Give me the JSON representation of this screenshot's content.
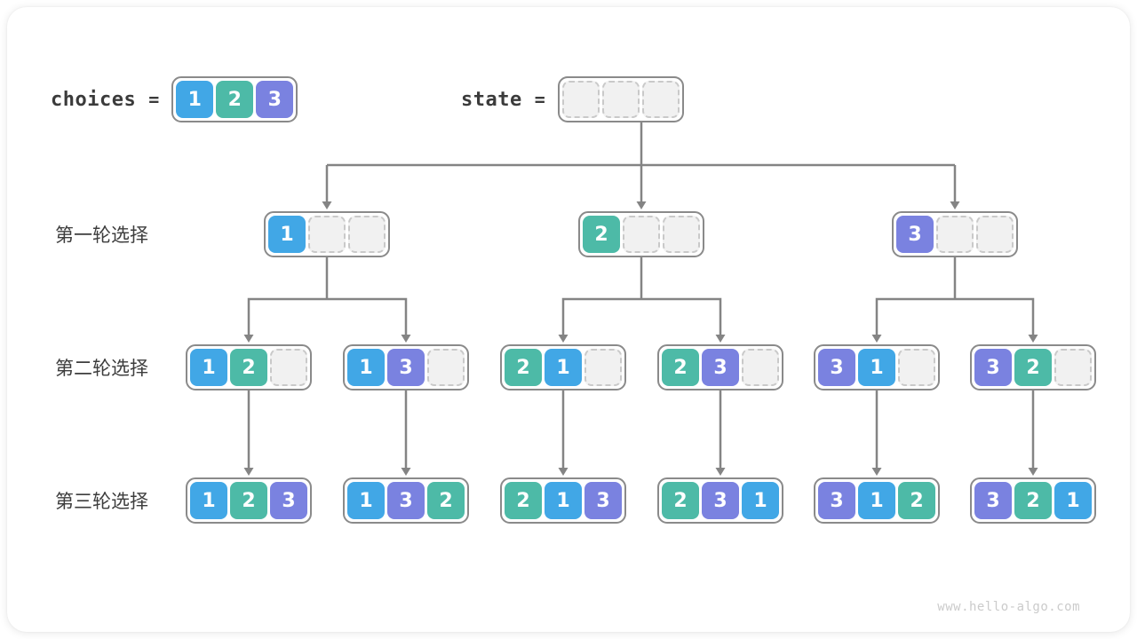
{
  "header": {
    "choices_label": "choices",
    "equals": "=",
    "choices": [
      "1",
      "2",
      "3"
    ],
    "state_label": "state",
    "state": [
      "",
      "",
      ""
    ]
  },
  "rows": [
    {
      "label": "第一轮选择",
      "nodes": [
        [
          "1",
          "",
          ""
        ],
        [
          "2",
          "",
          ""
        ],
        [
          "3",
          "",
          ""
        ]
      ]
    },
    {
      "label": "第二轮选择",
      "nodes": [
        [
          "1",
          "2",
          ""
        ],
        [
          "1",
          "3",
          ""
        ],
        [
          "2",
          "1",
          ""
        ],
        [
          "2",
          "3",
          ""
        ],
        [
          "3",
          "1",
          ""
        ],
        [
          "3",
          "2",
          ""
        ]
      ]
    },
    {
      "label": "第三轮选择",
      "nodes": [
        [
          "1",
          "2",
          "3"
        ],
        [
          "1",
          "3",
          "2"
        ],
        [
          "2",
          "1",
          "3"
        ],
        [
          "2",
          "3",
          "1"
        ],
        [
          "3",
          "1",
          "2"
        ],
        [
          "3",
          "2",
          "1"
        ]
      ]
    }
  ],
  "watermark": "www.hello-algo.com",
  "colors": {
    "value-1": "#41a7e6",
    "value-2": "#4dbaa7",
    "value-3": "#7a82e0",
    "arrow": "#848484",
    "box-border": "#8a8a8a"
  }
}
